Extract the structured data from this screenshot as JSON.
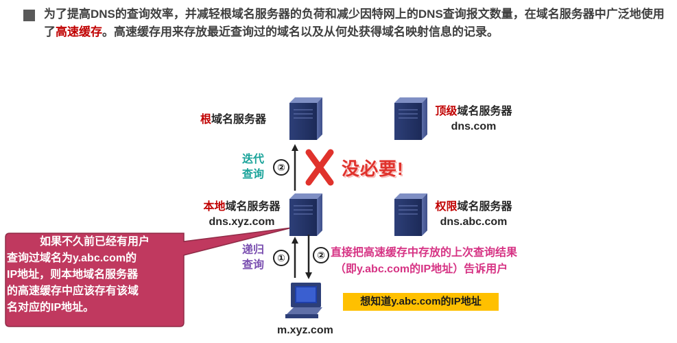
{
  "intro": {
    "part1": "为了提高DNS的查询效率，并减轻根域名服务器的负荷和减少因特网上的DNS查询报文数量，在域名服务器中广泛地使用了",
    "highlight": "高速缓存",
    "part2": "。高速缓存用来存放最近查询过的域名以及从何处获得域名映射信息的记录。"
  },
  "servers": {
    "root": {
      "prefix": "根",
      "suffix": "域名服务器"
    },
    "tld": {
      "prefix": "顶级",
      "suffix": "域名服务器",
      "domain": "dns.com"
    },
    "local": {
      "prefix": "本地",
      "suffix": "域名服务器",
      "domain": "dns.xyz.com"
    },
    "auth": {
      "prefix": "权限",
      "suffix": "域名服务器",
      "domain": "dns.abc.com"
    }
  },
  "queries": {
    "iterative": {
      "line1": "迭代",
      "line2": "查询"
    },
    "recursive": {
      "line1": "递归",
      "line2": "查询"
    }
  },
  "steps": {
    "one": "①",
    "two": "②"
  },
  "not_needed": "没必要!",
  "answer": {
    "line1": "直接把高速缓存中存放的上次查询结果",
    "line2": "（即y.abc.com的IP地址）告诉用户"
  },
  "want_to_know": "想知道y.abc.com的IP地址",
  "callout": {
    "line1": "如果不久前已经有用户",
    "line2": "查询过域名为y.abc.com的",
    "line3": "IP地址，则本地域名服务器",
    "line4": "的高速缓存中应该存有该域",
    "line5": "名对应的IP地址。"
  },
  "host": "m.xyz.com",
  "colors": {
    "highlight_red": "#c00000",
    "iterative_teal": "#1aa39a",
    "recursive_purple": "#7a4fb0",
    "answer_pink": "#d63384",
    "callout_fill": "#c0395f",
    "want_box": "#ffc000",
    "cross_red": "#e0322c"
  }
}
